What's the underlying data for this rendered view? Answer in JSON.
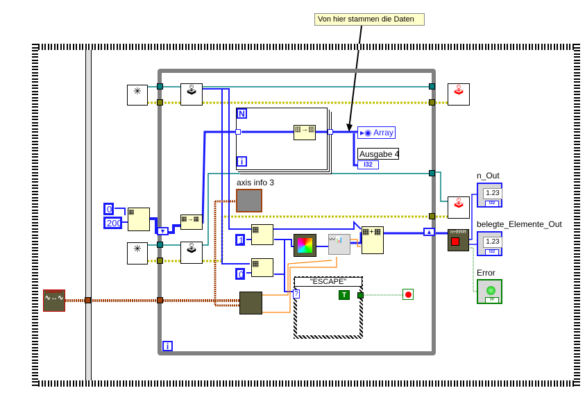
{
  "tooltip": {
    "text": "Von hier stammen die Daten"
  },
  "constants": {
    "zero_top": "0",
    "two_hundred": "200",
    "one": "1",
    "zero_bottom": "0"
  },
  "labels": {
    "array": "Array",
    "ausgabe": "Ausgabe 4",
    "i32": "I32",
    "axis_info": "axis info 3",
    "n_out": "n_Out",
    "belegte": "belegte_Elemente_Out",
    "error": "Error",
    "indicator_value": "1.23",
    "indicator_type": "I32",
    "bool_type": "TF",
    "calibrator": "Calibrior",
    "n_err": "n+ERR"
  },
  "for_loop": {
    "count": "N",
    "iteration": "i"
  },
  "while_loop": {
    "iteration": "i"
  },
  "case_structure": {
    "selector": "\"ESCAPE\"",
    "selector_terminal": "?",
    "true_constant": "T"
  },
  "colors": {
    "wire_numeric": "#1a1aff",
    "wire_cluster": "#a0400a",
    "wire_error": "#c0c000",
    "wire_refnum": "#008080",
    "loop_border": "#808080",
    "tooltip_bg": "#ffffcc"
  }
}
